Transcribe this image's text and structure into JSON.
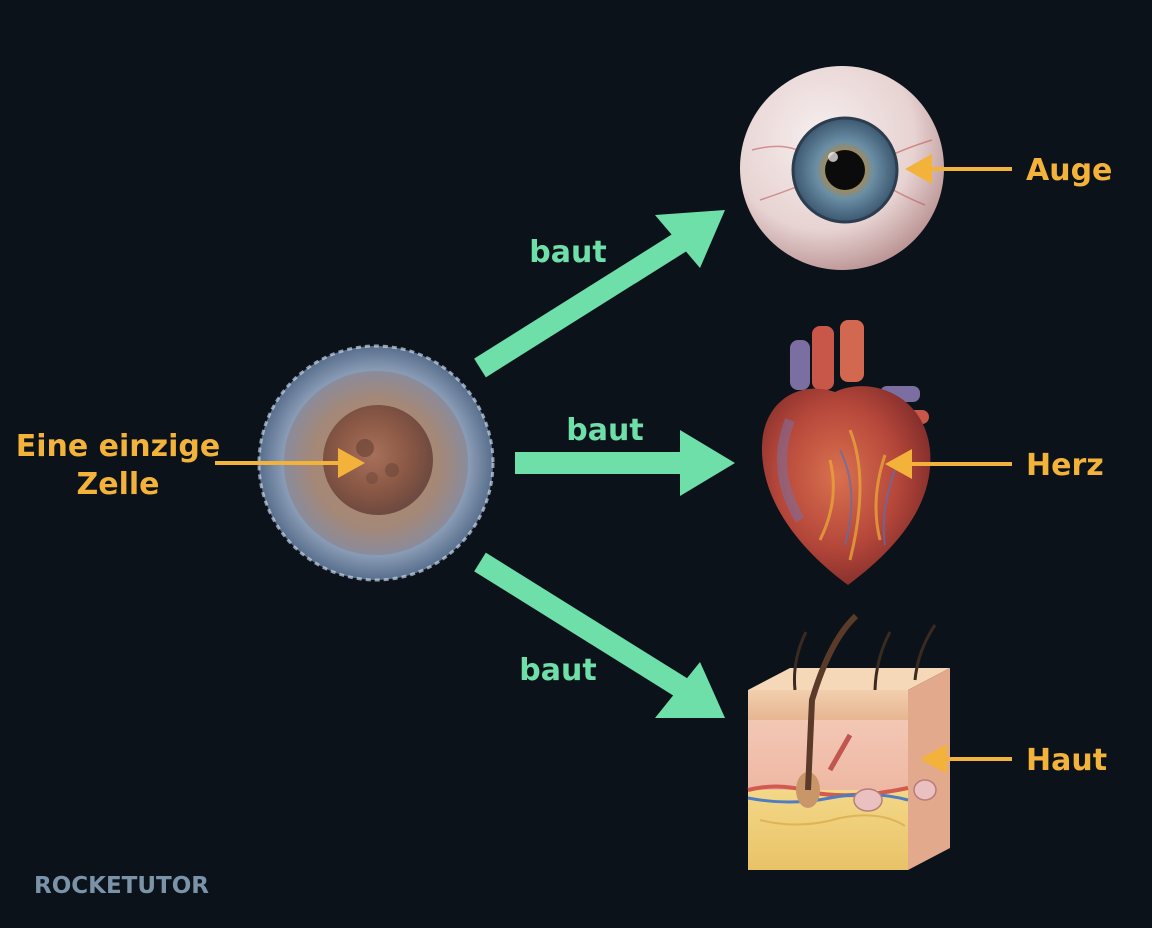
{
  "cell": {
    "label_line1": "Eine einzige",
    "label_line2": "Zelle"
  },
  "connections": [
    {
      "verb": "baut",
      "target": "Auge"
    },
    {
      "verb": "baut",
      "target": "Herz"
    },
    {
      "verb": "baut",
      "target": "Haut"
    }
  ],
  "organs": {
    "eye": {
      "label": "Auge",
      "icon": "eye-icon"
    },
    "heart": {
      "label": "Herz",
      "icon": "heart-icon"
    },
    "skin": {
      "label": "Haut",
      "icon": "skin-icon"
    }
  },
  "colors": {
    "background": "#0b1219",
    "label_accent": "#f3b23a",
    "connector": "#6fdfa9",
    "logo": "#7b93a8"
  },
  "logo": {
    "text": "ROCKETUTOR"
  }
}
